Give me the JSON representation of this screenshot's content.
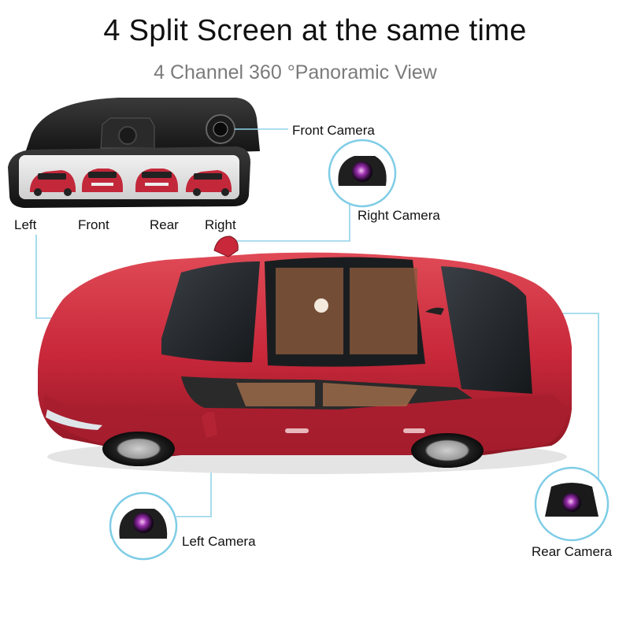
{
  "header": {
    "title": "4 Split Screen at the same time",
    "subtitle": "4 Channel 360 °Panoramic View"
  },
  "mirror": {
    "views": [
      "Left",
      "Front",
      "Rear",
      "Right"
    ]
  },
  "cameras": {
    "front": "Front Camera",
    "right": "Right Camera",
    "left": "Left Camera",
    "rear": "Rear Camera"
  },
  "colors": {
    "car_body": "#c8283a",
    "leader_line": "#8fd3e8",
    "callout_ring": "#7fcde6"
  },
  "icons": [
    "mirror-dashcam-icon",
    "camera-lens-icon",
    "car-icon"
  ]
}
